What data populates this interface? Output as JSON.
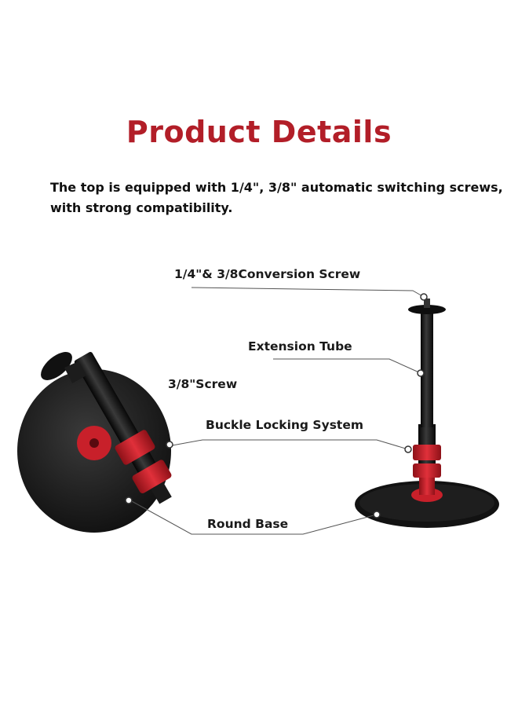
{
  "header": {
    "title": "Product Details",
    "description": "The top is equipped with 1/4\", 3/8\" automatic switching screws, with strong compatibility."
  },
  "callouts": {
    "conversion_screw": "1/4\"& 3/8Conversion Screw",
    "extension_tube": "Extension Tube",
    "screw_38": "3/8\"Screw",
    "buckle_locking": "Buckle Locking System",
    "round_base": "Round Base"
  },
  "colors": {
    "title": "#b21e28",
    "accent_red": "#c8202a",
    "metal_black": "#141414"
  }
}
